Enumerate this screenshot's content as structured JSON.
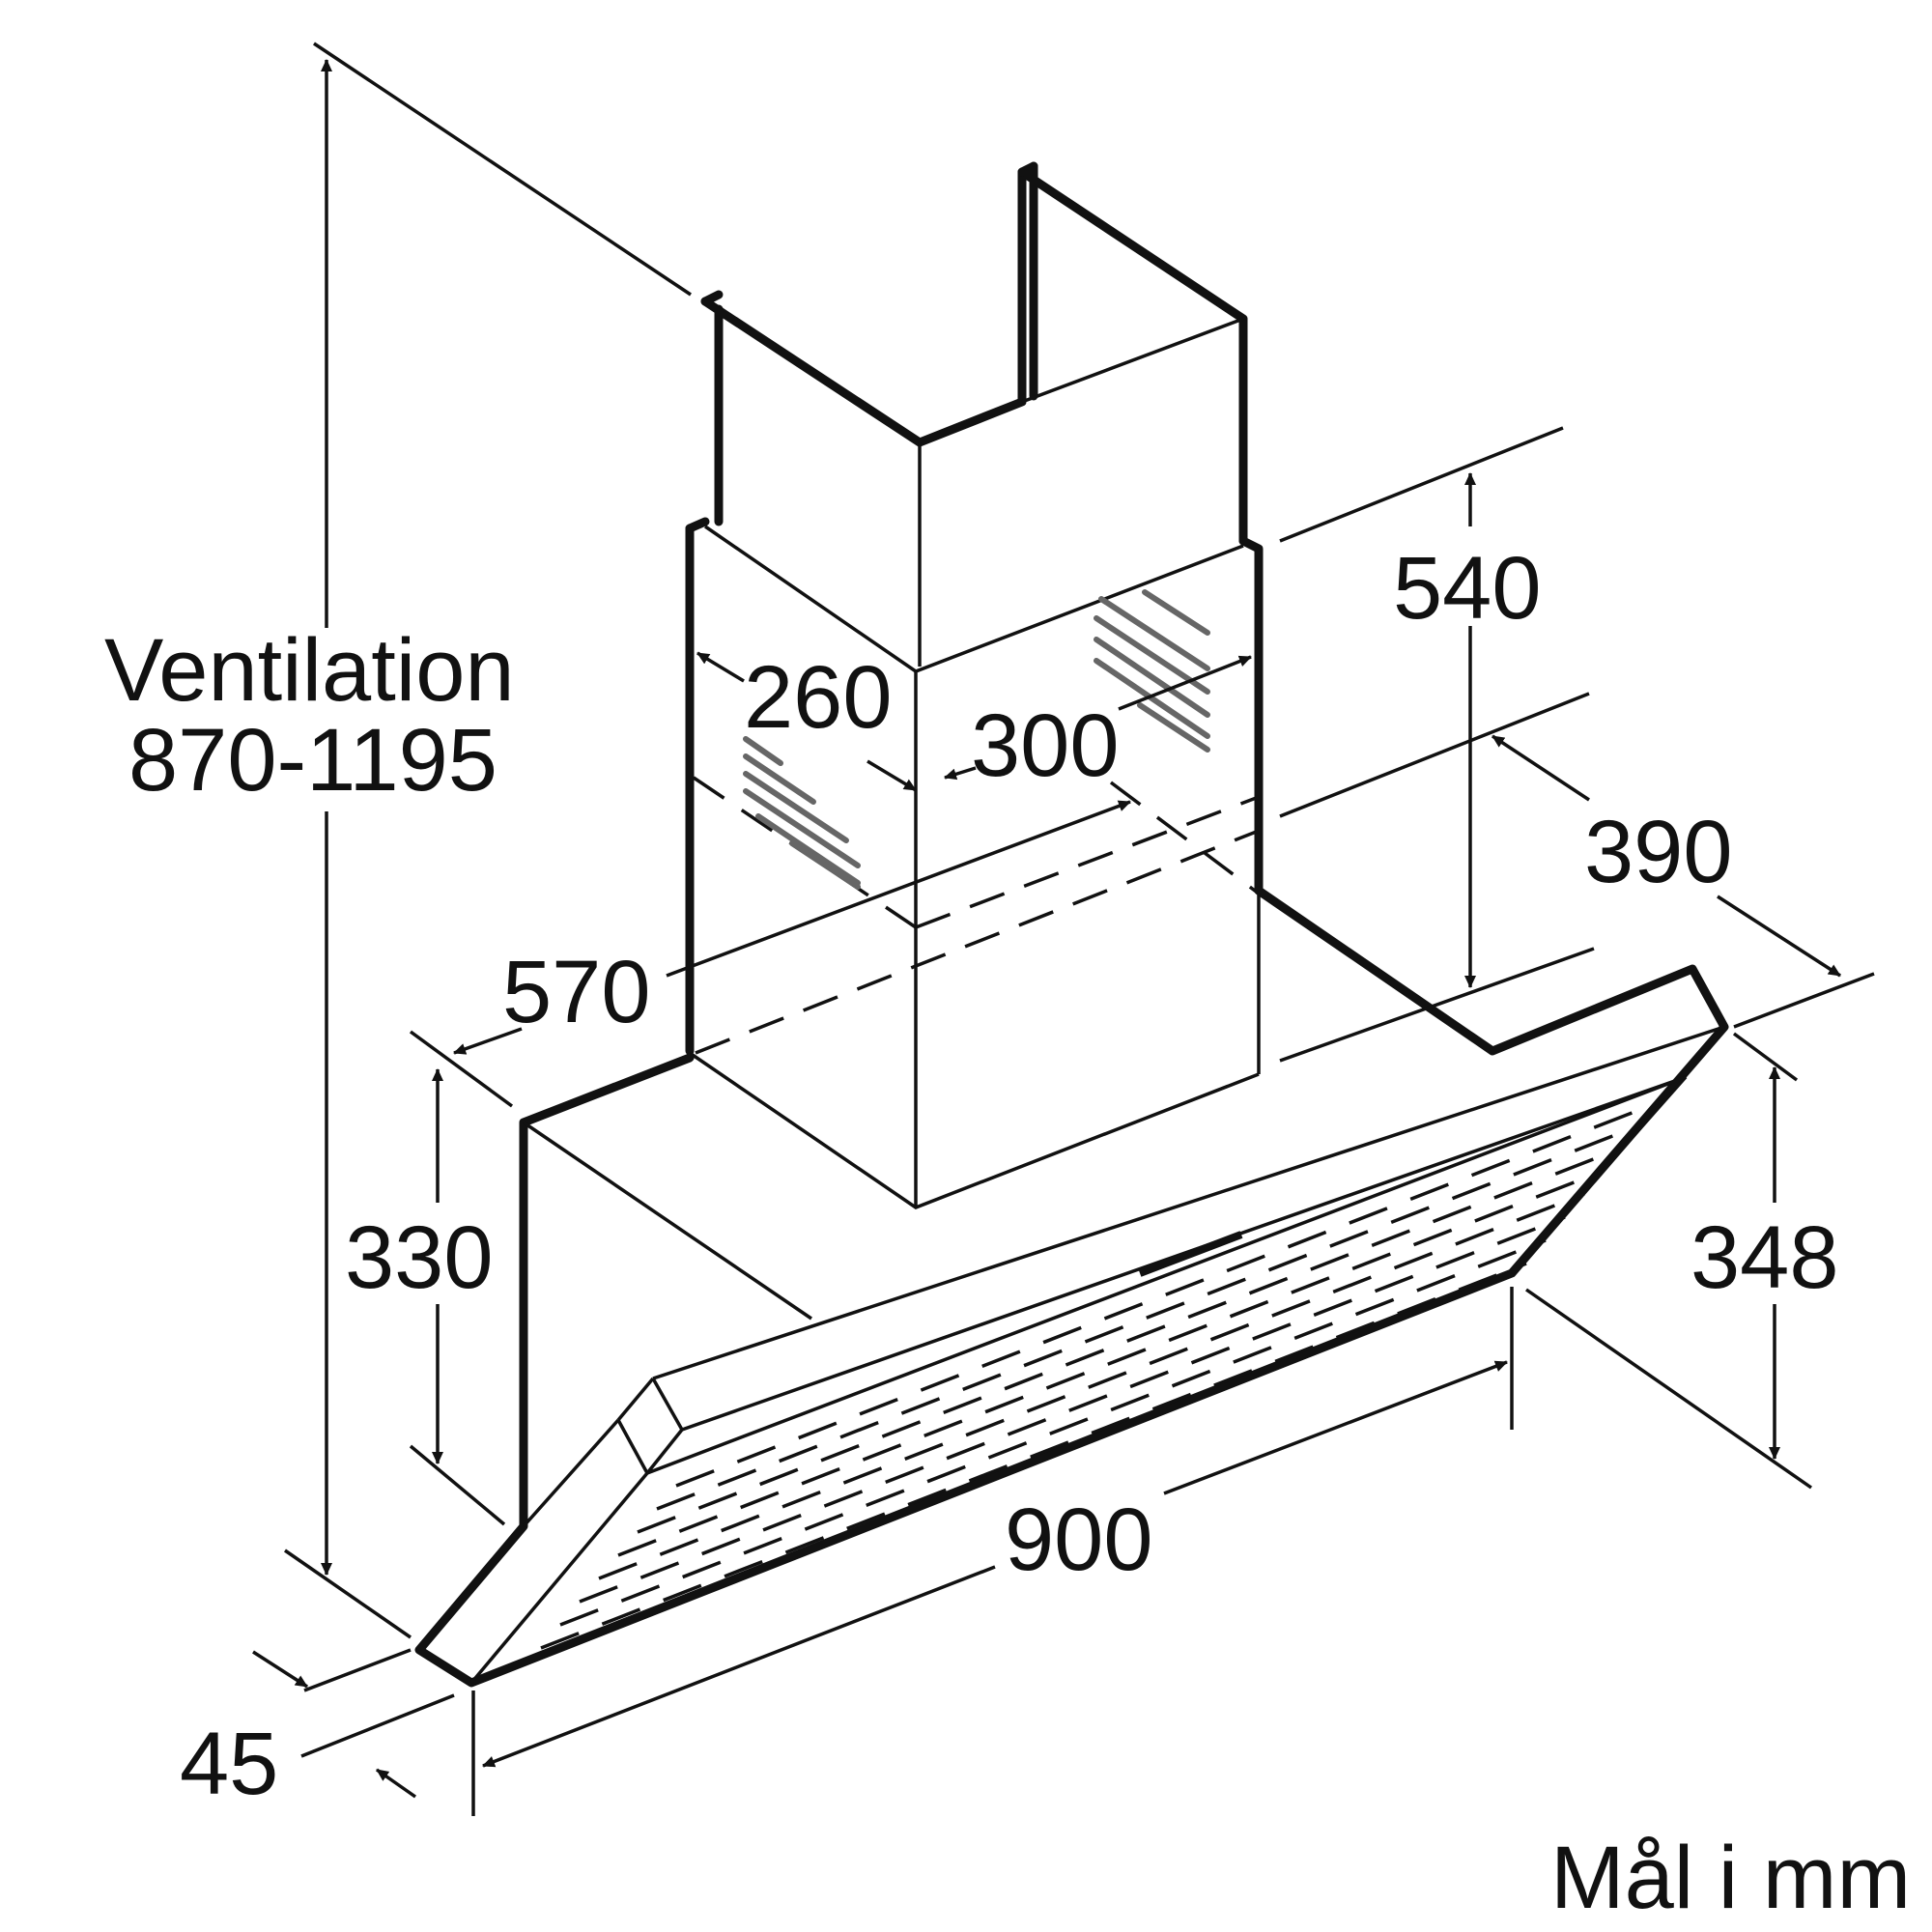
{
  "dimensions": {
    "ventilation_label": "Ventilation",
    "ventilation_range": "870-1195",
    "d260": "260",
    "d300": "300",
    "d540": "540",
    "d390": "390",
    "d570": "570",
    "d330": "330",
    "d348": "348",
    "d900": "900",
    "d45": "45"
  },
  "units_note": "Mål i mm"
}
